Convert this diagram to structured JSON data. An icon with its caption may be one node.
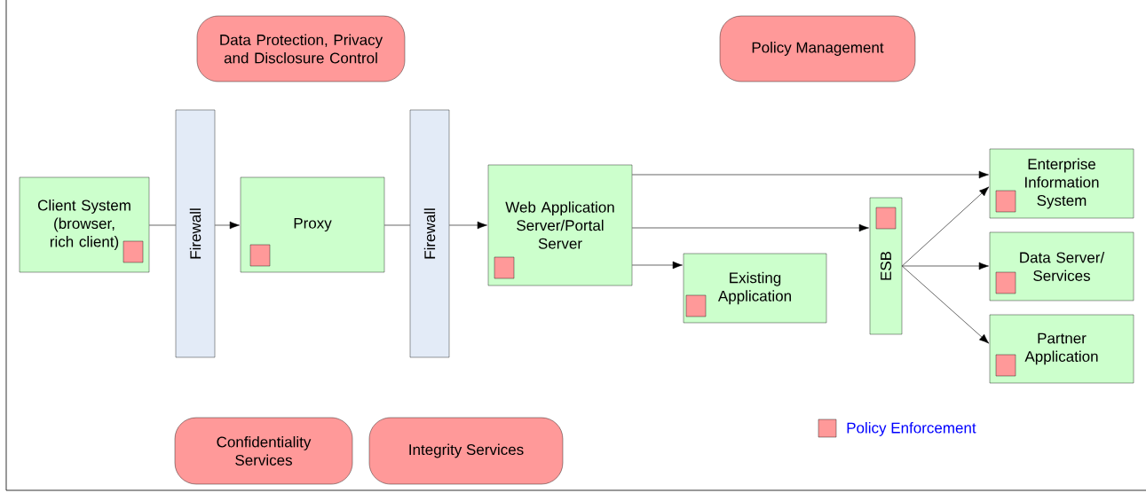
{
  "diagram": {
    "nodes": [
      {
        "text": [
          "Data Protection, Privacy and Disclosure Control"
        ]
      },
      {
        "text": [
          "Policy Management"
        ]
      },
      {
        "text": [
          "Client System (browser, rich client)"
        ]
      },
      {
        "text": [
          "Firewall"
        ]
      },
      {
        "text": [
          "Proxy"
        ]
      },
      {
        "text": [
          "Firewall"
        ]
      },
      {
        "text": [
          "Web Application Server/Portal Server"
        ]
      },
      {
        "text": [
          "Existing Application"
        ]
      },
      {
        "text": [
          "ESB"
        ]
      },
      {
        "text": [
          "Enterprise Information System"
        ]
      },
      {
        "text": [
          "Data Server/ Services"
        ]
      },
      {
        "text": [
          "Partner Application"
        ]
      },
      {
        "text": [
          "Confidentiality Services"
        ]
      },
      {
        "text": [
          "Integrity Services"
        ]
      }
    ],
    "edges": [
      {
        "from": 2,
        "to": 3,
        "arrow": "none"
      },
      {
        "from": 3,
        "to": 4,
        "arrow": "to"
      },
      {
        "from": 4,
        "to": 5,
        "arrow": "none"
      },
      {
        "from": 5,
        "to": 6,
        "arrow": "to"
      },
      {
        "from": 6,
        "to": 9,
        "arrow": "to"
      },
      {
        "from": 6,
        "to": 8,
        "arrow": "to"
      },
      {
        "from": 6,
        "to": 7,
        "arrow": "to"
      },
      {
        "from": 8,
        "to": 9,
        "arrow": "to"
      },
      {
        "from": 8,
        "to": 10,
        "arrow": "to"
      },
      {
        "from": 8,
        "to": 11,
        "arrow": "to"
      }
    ],
    "legend": [
      {
        "text": "Policy Enforcement",
        "color": "#ff9999"
      }
    ]
  }
}
